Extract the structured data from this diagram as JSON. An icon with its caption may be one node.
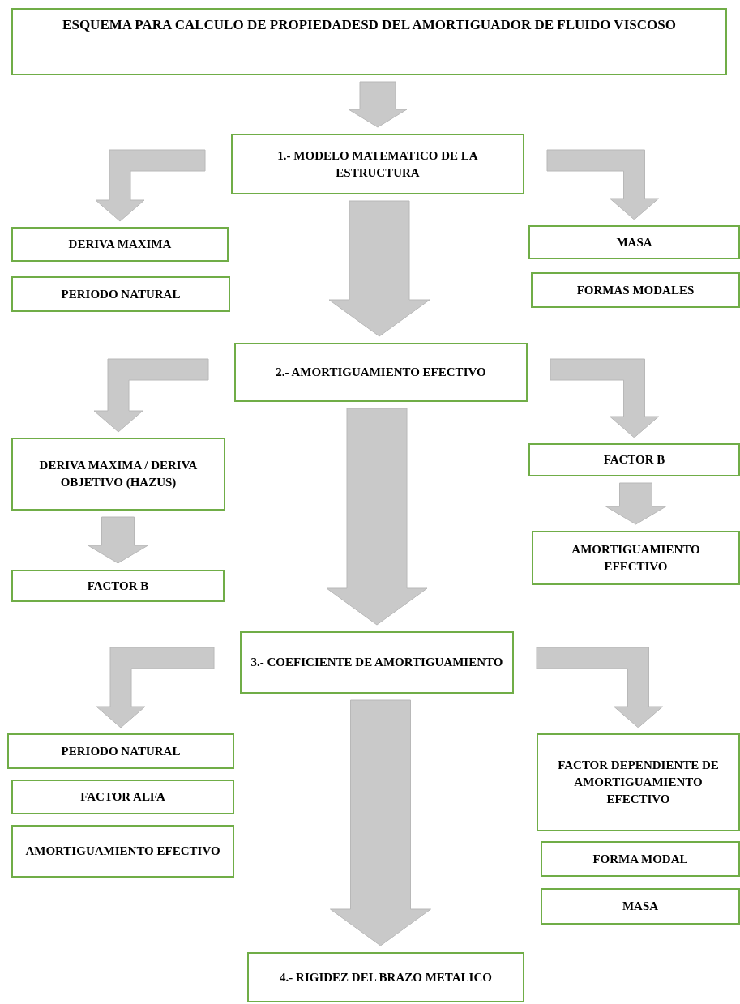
{
  "diagram": {
    "nodes": [
      {
        "text": [
          "ESQUEMA PARA CALCULO DE PROPIEDADESD DEL AMORTIGUADOR DE FLUIDO VISCOSO"
        ]
      },
      {
        "text": [
          "1.- MODELO MATEMATICO DE LA ESTRUCTURA"
        ]
      },
      {
        "text": [
          "DERIVA MAXIMA"
        ]
      },
      {
        "text": [
          "PERIODO NATURAL"
        ]
      },
      {
        "text": [
          "MASA"
        ]
      },
      {
        "text": [
          "FORMAS MODALES"
        ]
      },
      {
        "text": [
          "2.- AMORTIGUAMIENTO EFECTIVO"
        ]
      },
      {
        "text": [
          "DERIVA MAXIMA / DERIVA OBJETIVO (HAZUS)"
        ]
      },
      {
        "text": [
          "FACTOR B"
        ]
      },
      {
        "text": [
          "FACTOR B"
        ]
      },
      {
        "text": [
          "AMORTIGUAMIENTO EFECTIVO"
        ]
      },
      {
        "text": [
          "3.- COEFICIENTE DE AMORTIGUAMIENTO"
        ]
      },
      {
        "text": [
          "PERIODO NATURAL"
        ]
      },
      {
        "text": [
          "FACTOR ALFA"
        ]
      },
      {
        "text": [
          "AMORTIGUAMIENTO EFECTIVO"
        ]
      },
      {
        "text": [
          "FACTOR DEPENDIENTE DE AMORTIGUAMIENTO EFECTIVO"
        ]
      },
      {
        "text": [
          "FORMA MODAL"
        ]
      },
      {
        "text": [
          "MASA"
        ]
      },
      {
        "text": [
          "4.- RIGIDEZ DEL BRAZO METALICO"
        ]
      }
    ],
    "edges": [
      {
        "from": 0,
        "to": 1,
        "arrow": "to"
      },
      {
        "from": 1,
        "to": 2,
        "arrow": "to"
      },
      {
        "from": 1,
        "to": 4,
        "arrow": "to"
      },
      {
        "from": 1,
        "to": 6,
        "arrow": "to"
      },
      {
        "from": 6,
        "to": 7,
        "arrow": "to"
      },
      {
        "from": 6,
        "to": 9,
        "arrow": "to"
      },
      {
        "from": 6,
        "to": 11,
        "arrow": "to"
      },
      {
        "from": 7,
        "to": 8,
        "arrow": "to"
      },
      {
        "from": 9,
        "to": 10,
        "arrow": "to"
      },
      {
        "from": 11,
        "to": 12,
        "arrow": "to"
      },
      {
        "from": 11,
        "to": 15,
        "arrow": "to"
      },
      {
        "from": 11,
        "to": 18,
        "arrow": "to"
      }
    ]
  }
}
